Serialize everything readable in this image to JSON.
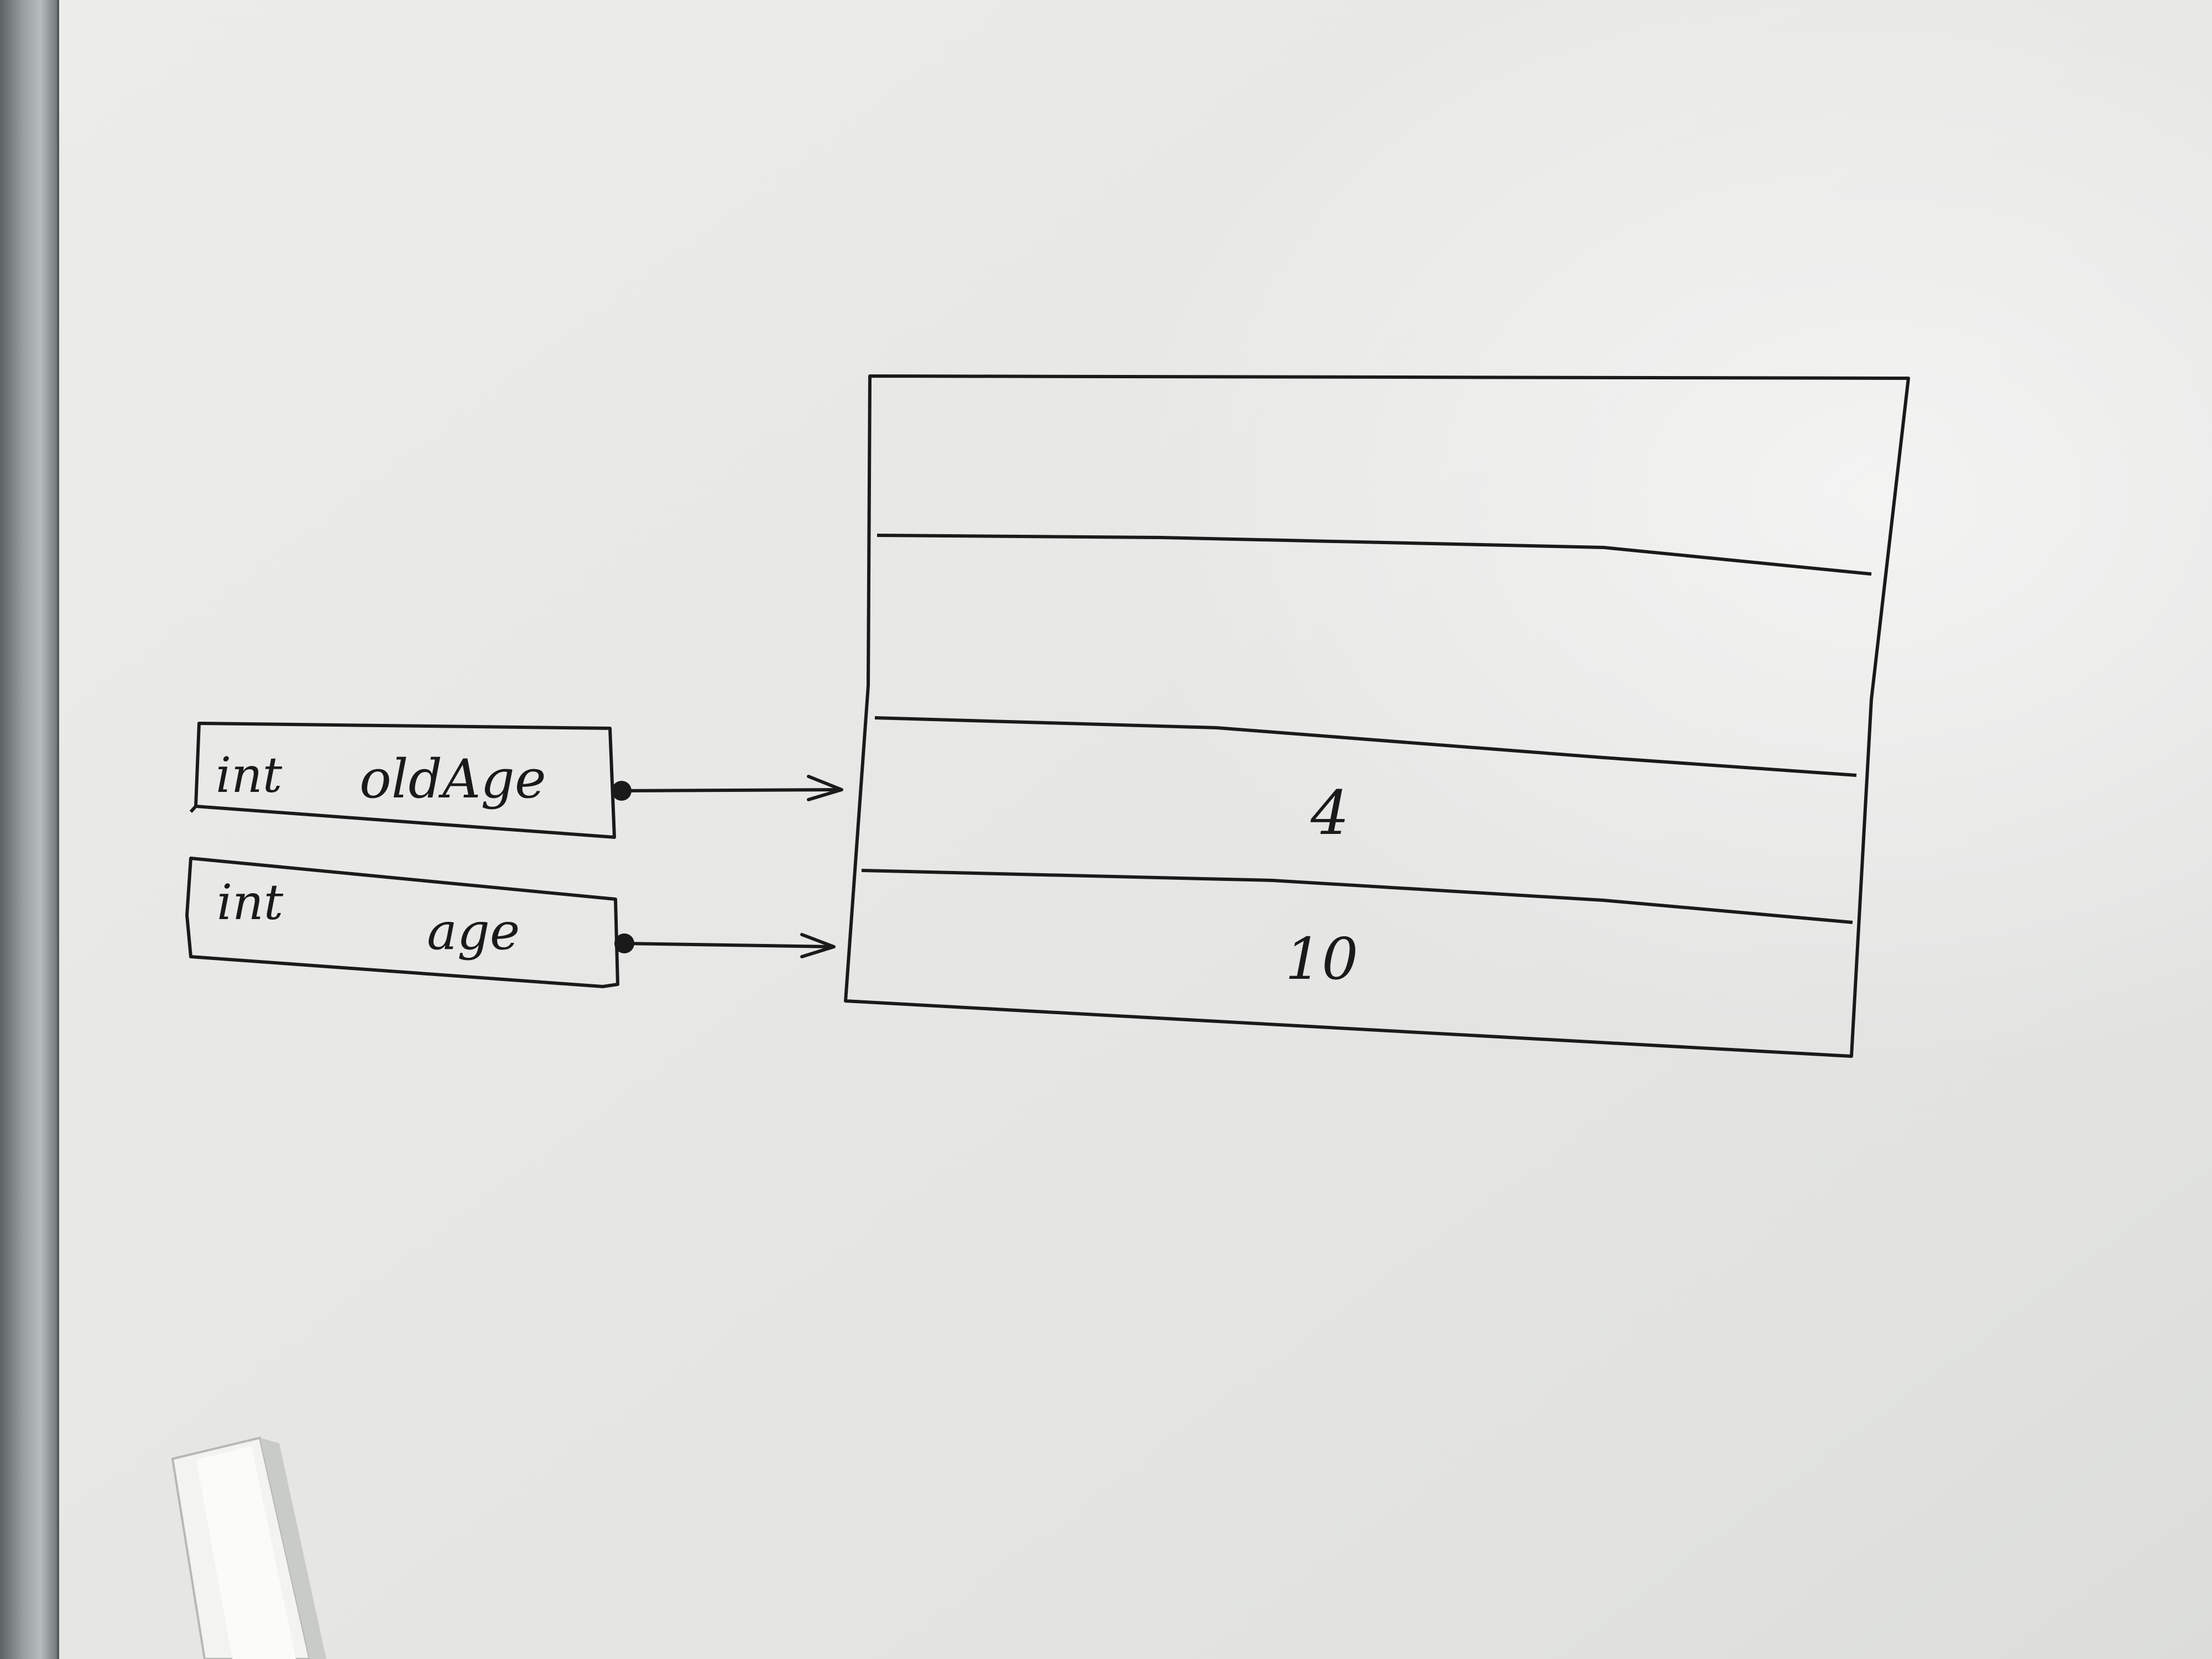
{
  "variables": [
    {
      "type": "int",
      "name": "oldAge"
    },
    {
      "type": "int",
      "name": "age"
    }
  ],
  "memory": {
    "cells": [
      "",
      "",
      "4",
      "10"
    ]
  },
  "colors": {
    "whiteboard": "#e9e9e7",
    "marker": "#1a1a1a",
    "frame": "#8b9092"
  }
}
